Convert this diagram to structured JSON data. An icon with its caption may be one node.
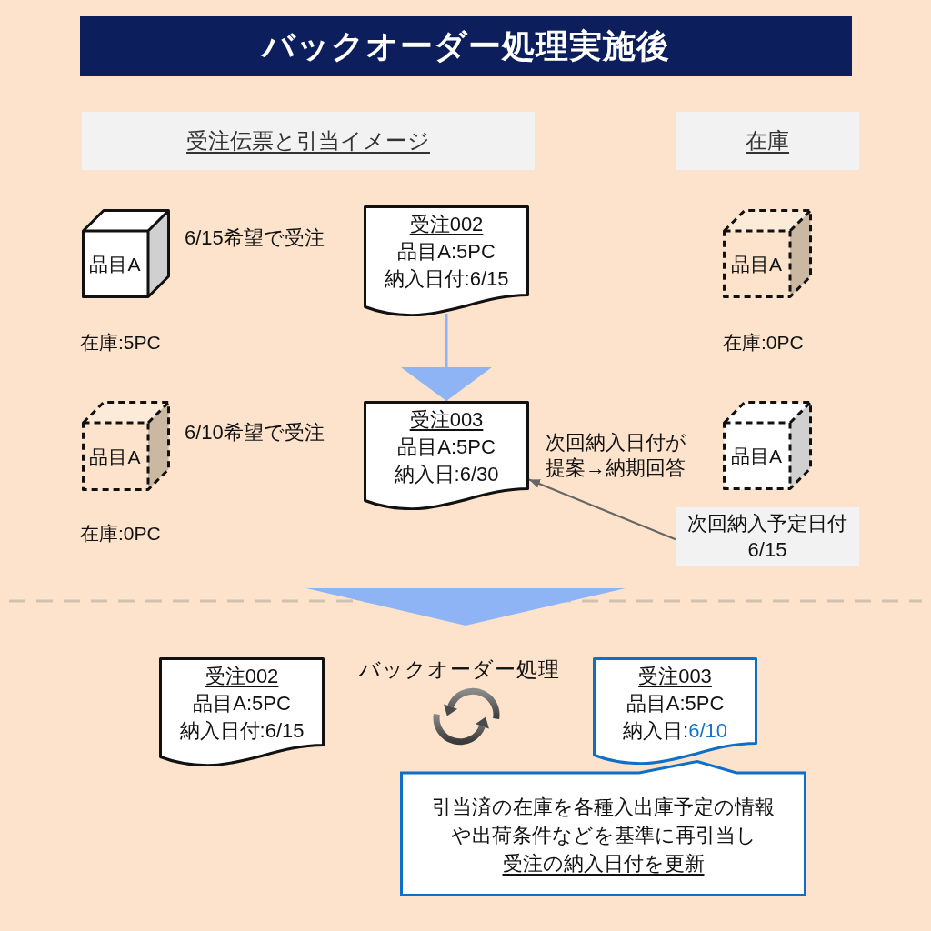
{
  "diagram": {
    "title": "バックオーダー処理実施後",
    "nodes": [
      {
        "text": [
          "受注伝票と引当イメージ"
        ]
      },
      {
        "text": [
          "在庫"
        ]
      },
      {
        "text": [
          "品目A"
        ],
        "beside": [
          "在庫:5PC"
        ]
      },
      {
        "text": [
          "受注002",
          "品目A:5PC",
          "納入日付:6/15"
        ]
      },
      {
        "text": [
          "品目A"
        ],
        "beside": [
          "在庫:0PC"
        ]
      },
      {
        "text": [
          "品目A"
        ],
        "beside": [
          "在庫:0PC"
        ]
      },
      {
        "text": [
          "受注003",
          "品目A:5PC",
          "納入日:6/30"
        ]
      },
      {
        "text": [
          "品目A"
        ]
      },
      {
        "text": [
          "次回納入予定日付",
          "6/15"
        ]
      },
      {
        "text": [
          "受注002",
          "品目A:5PC",
          "納入日付:6/15"
        ]
      },
      {
        "text": [
          "受注003",
          "品目A:5PC",
          "納入日:6/10"
        ]
      },
      {
        "text": [
          "引当済の在庫を各種入出庫予定の情報や出荷条件などを基準に再引当し",
          "受注の納入日付を更新"
        ]
      }
    ],
    "edges": [
      {
        "from": 3,
        "to": 6,
        "arrow": "to",
        "color": "#8fb4f5"
      },
      {
        "from": 8,
        "to": 6,
        "arrow": "to",
        "color": "#666666"
      }
    ],
    "labels": [
      "6/15希望で受注",
      "6/10希望で受注",
      "次回納入日付が提案→納期回答",
      "バックオーダー処理"
    ]
  }
}
